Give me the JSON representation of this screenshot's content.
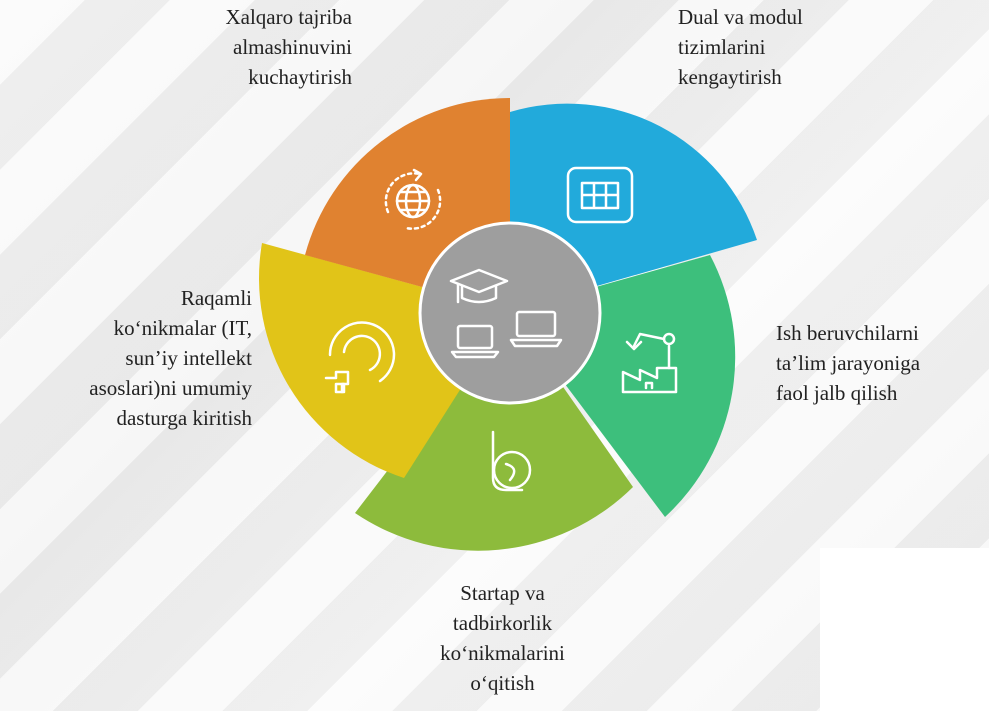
{
  "segments": [
    {
      "id": "dual",
      "label_lines": [
        "Dual va modul",
        "tizimlarini",
        "kengaytirish"
      ],
      "color": "#22aadb",
      "icon": "grid-table-icon"
    },
    {
      "id": "employers",
      "label_lines": [
        "Ish beruvchilarni",
        "ta’lim jarayoniga",
        "faol jalb qilish"
      ],
      "color": "#3dbf7c",
      "icon": "factory-robot-arm-icon"
    },
    {
      "id": "startup",
      "label_lines": [
        "Startap va",
        "tadbirkorlik",
        "ko‘nikmalarini",
        "o‘qitish"
      ],
      "color": "#8dbb3c",
      "icon": "letter-b-icon"
    },
    {
      "id": "digital",
      "label_lines": [
        "Raqamli",
        "ko‘nikmalar (IT,",
        "sun’iy intellekt",
        "asoslari)ni umumiy",
        "dasturga kiritish"
      ],
      "color": "#e1c418",
      "icon": "digital-circuit-icon"
    },
    {
      "id": "international",
      "label_lines": [
        "Xalqaro tajriba",
        "almashinuvini",
        "kuchaytirish"
      ],
      "color": "#e08230",
      "icon": "globe-refresh-icon"
    }
  ],
  "center": {
    "color": "#9e9e9e",
    "icon": "graduation-laptops-icon"
  }
}
